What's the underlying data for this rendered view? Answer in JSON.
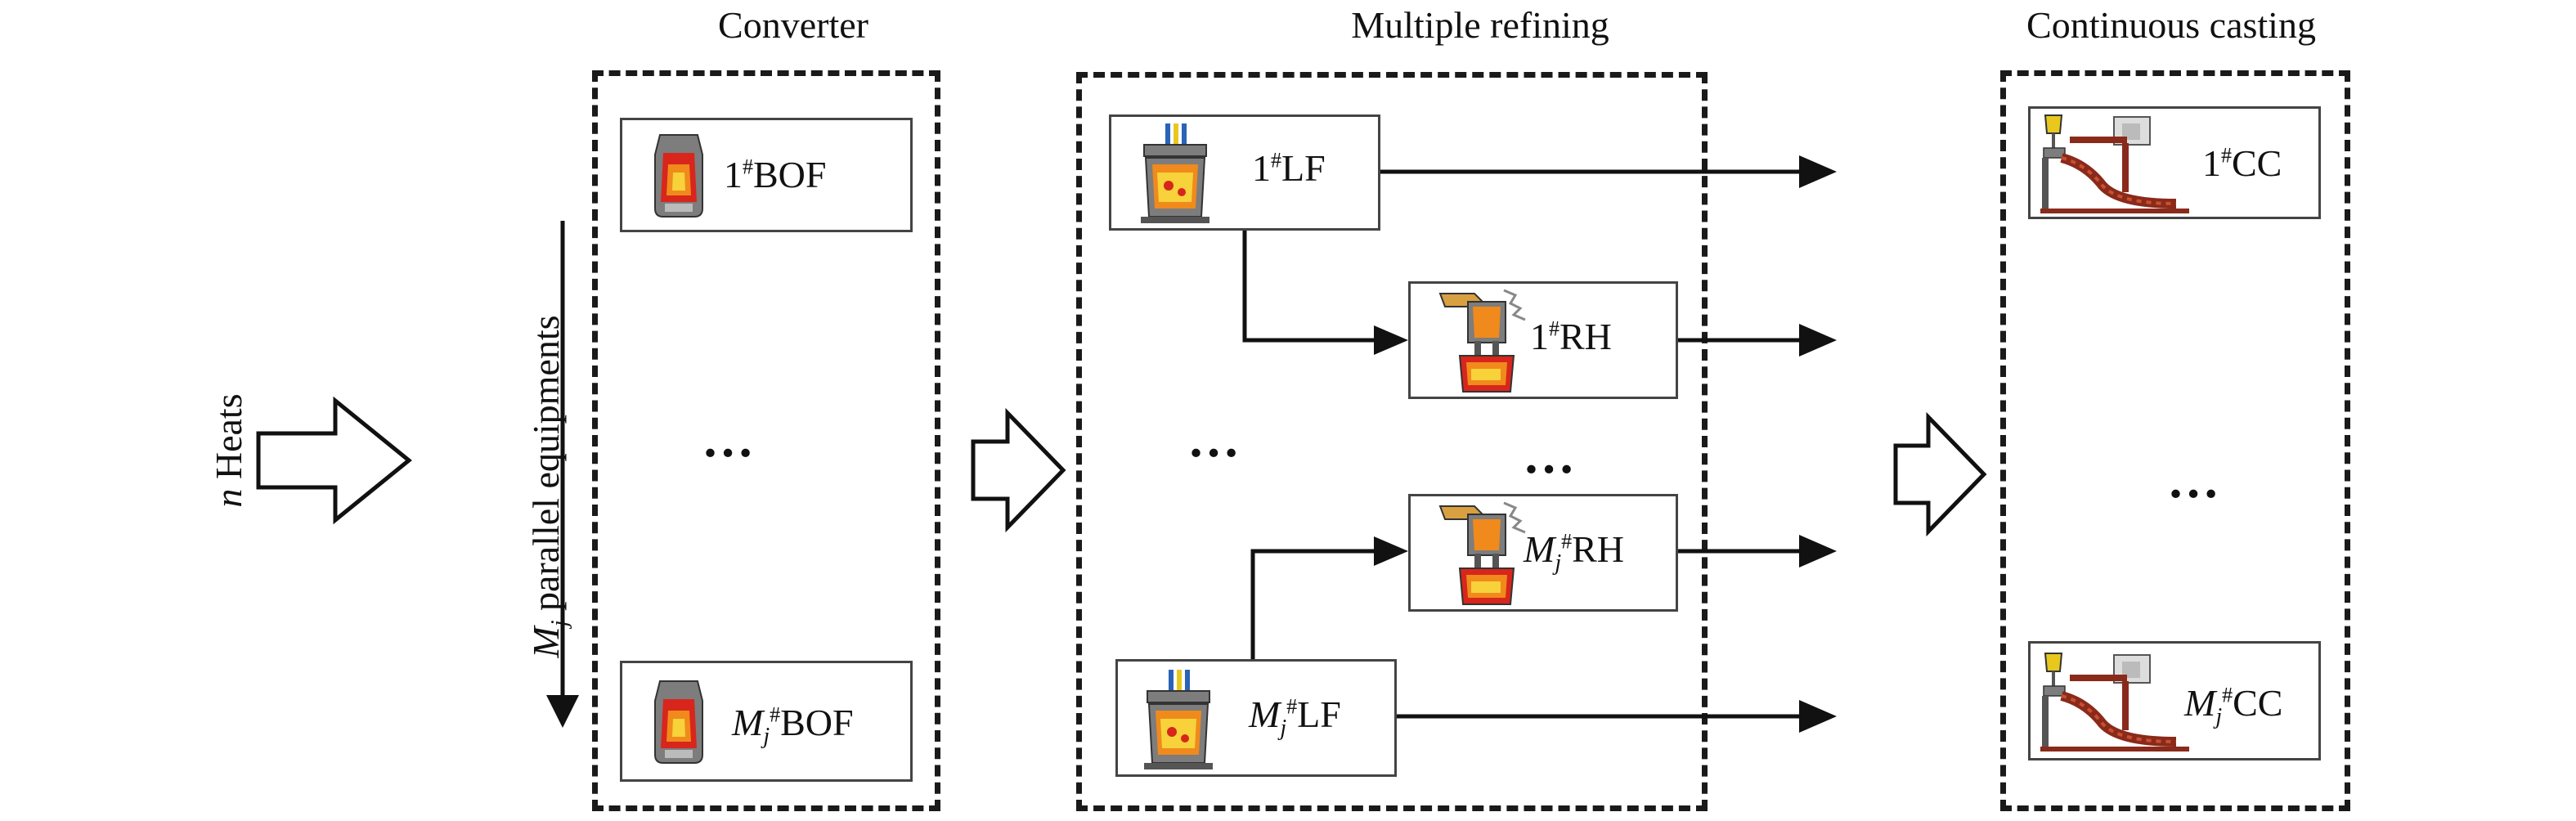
{
  "stages": {
    "converter": "Converter",
    "refining": "Multiple refining",
    "casting": "Continuous casting"
  },
  "input": {
    "heats_var": "n",
    "heats_text": " Heats"
  },
  "parallel": {
    "var": "M",
    "sub": "j",
    "text": " parallel equipments"
  },
  "ellipsis": "…",
  "units": {
    "bof1": {
      "num": "1",
      "mark": "#",
      "name": "BOF"
    },
    "bofj": {
      "var": "M",
      "sub": "j",
      "mark": "#",
      "name": "BOF"
    },
    "lf1": {
      "num": "1",
      "mark": "#",
      "name": "LF"
    },
    "rh1": {
      "num": "1",
      "mark": "#",
      "name": "RH"
    },
    "rhj": {
      "var": "M",
      "sub": "j",
      "mark": "#",
      "name": "RH"
    },
    "lfj": {
      "var": "M",
      "sub": "j",
      "mark": "#",
      "name": "LF"
    },
    "cc1": {
      "num": "1",
      "mark": "#",
      "name": "CC"
    },
    "ccj": {
      "var": "M",
      "sub": "j",
      "mark": "#",
      "name": "CC"
    }
  },
  "icons": {
    "bof": "converter-vessel-icon",
    "lf": "ladle-furnace-icon",
    "rh": "rh-degasser-icon",
    "cc": "continuous-caster-icon"
  },
  "colors": {
    "flame_red": "#d8261c",
    "flame_orange": "#f08a1c",
    "flame_yellow": "#f7d23a",
    "steel_gray": "#7d7d7d",
    "caster_brown": "#8a2a1a",
    "ladle_yellow": "#e8c81e",
    "electrode_blue": "#2a63b8"
  }
}
